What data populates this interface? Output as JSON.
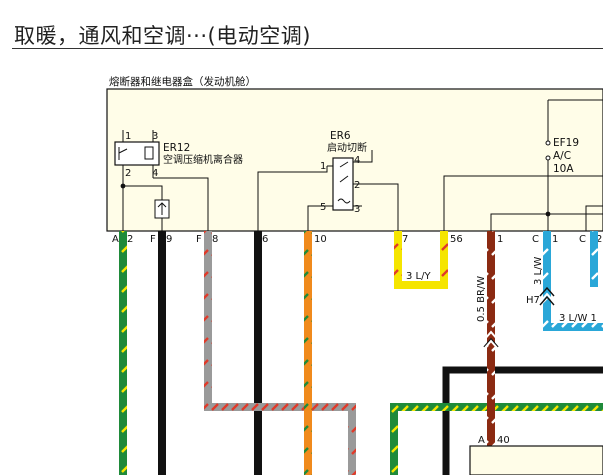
{
  "page": {
    "title": "取暖，通风和空调···(电动空调)"
  },
  "fuse_box": {
    "title": "熔断器和继电器盒（发动机舱）"
  },
  "relays": {
    "er12": {
      "id": "ER12",
      "name": "空调压缩机离合器",
      "pins": [
        "1",
        "3",
        "2",
        "4"
      ]
    },
    "er6": {
      "id": "ER6",
      "name": "启动切断",
      "pins": [
        "1",
        "4",
        "2",
        "5",
        "3"
      ]
    }
  },
  "fuse": {
    "id": "EF19",
    "name": "A/C",
    "rating": "10A"
  },
  "connectors": [
    {
      "prefix": "A",
      "pin": "2"
    },
    {
      "prefix": "F",
      "pin": "9"
    },
    {
      "prefix": "F",
      "pin": "8"
    },
    {
      "prefix": "",
      "pin": "6"
    },
    {
      "prefix": "",
      "pin": "10"
    },
    {
      "prefix": "",
      "pin": "7"
    },
    {
      "prefix": "",
      "pin": "56"
    },
    {
      "prefix": "",
      "pin": "1"
    },
    {
      "prefix": "C",
      "pin": "1"
    },
    {
      "prefix": "C",
      "pin": "2"
    }
  ],
  "wire_labels": {
    "yellow_loop": "3 L/Y",
    "br_w": "0.5 BR/W",
    "lw_vertical": "3 L/W",
    "lw_horizontal": "3 L/W 1"
  },
  "junction": {
    "id": "H7"
  },
  "bottom_connector": {
    "prefix": "A",
    "pin": "40"
  },
  "colors": {
    "green": "#1f8a3a",
    "black": "#111111",
    "gray": "#9a9a9a",
    "orange": "#f08a1c",
    "yellow": "#f5e500",
    "brown": "#8b2a12",
    "blue": "#2aa7d8",
    "red_stripe": "#e03a2a",
    "box_fill": "#fffde8",
    "label_blue": "#1a2fb0"
  }
}
